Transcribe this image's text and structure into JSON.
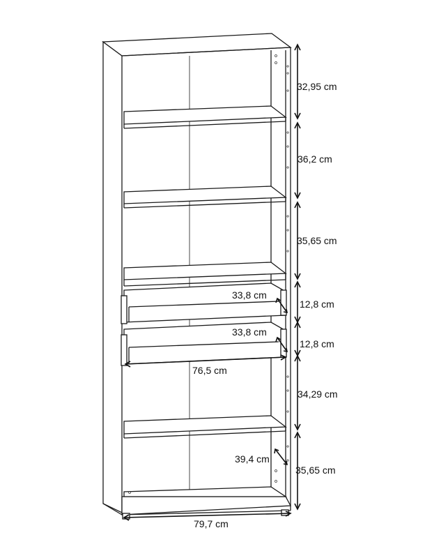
{
  "diagram": {
    "height_labels": [
      {
        "id": "h1",
        "text": "32,95 cm"
      },
      {
        "id": "h2",
        "text": "36,2 cm"
      },
      {
        "id": "h3",
        "text": "35,65 cm"
      },
      {
        "id": "h4",
        "text": "12,8 cm"
      },
      {
        "id": "h5",
        "text": "12,8 cm"
      },
      {
        "id": "h6",
        "text": "34,29 cm"
      },
      {
        "id": "h7",
        "text": "35,65 cm"
      }
    ],
    "inner_labels": {
      "drawer1_depth": "33,8 cm",
      "drawer2_depth": "33,8 cm",
      "shelf_depth": "39,4 cm",
      "inner_width": "76,5 cm",
      "total_width": "79,7 cm"
    },
    "colors": {
      "line": "#1a1a1a",
      "background": "#ffffff"
    }
  }
}
